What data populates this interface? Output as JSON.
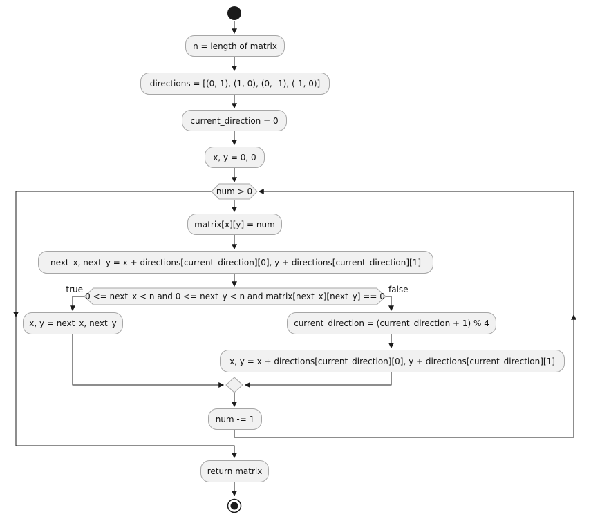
{
  "flowchart": {
    "title": "spiral matrix fill activity diagram",
    "activities": {
      "set_n": "n = length of matrix",
      "set_directions": "directions = [(0, 1), (1, 0), (0, -1), (-1, 0)]",
      "set_current_direction": "current_direction = 0",
      "init_xy": "x, y = 0, 0",
      "assign_matrix": "matrix[x][y] = num",
      "compute_next": "next_x, next_y = x + directions[current_direction][0], y + directions[current_direction][1]",
      "move_to_next": "x, y = next_x, next_y",
      "turn_direction": "current_direction = (current_direction + 1) % 4",
      "step_after_turn": "x, y = x + directions[current_direction][0], y + directions[current_direction][1]",
      "decrement_num": "num -= 1",
      "return_matrix": "return matrix"
    },
    "conditions": {
      "while_loop": "num > 0",
      "bounds_check": "0 <= next_x < n and 0 <= next_y < n and matrix[next_x][next_y] == 0"
    },
    "branch_labels": {
      "true_label": "true",
      "false_label": "false"
    },
    "colors": {
      "node_fill": "#F1F1F1",
      "node_border": "#A6A6A6",
      "edge_color": "#1B1B1B",
      "text_color": "#131313",
      "background": "#FFFFFF"
    }
  }
}
